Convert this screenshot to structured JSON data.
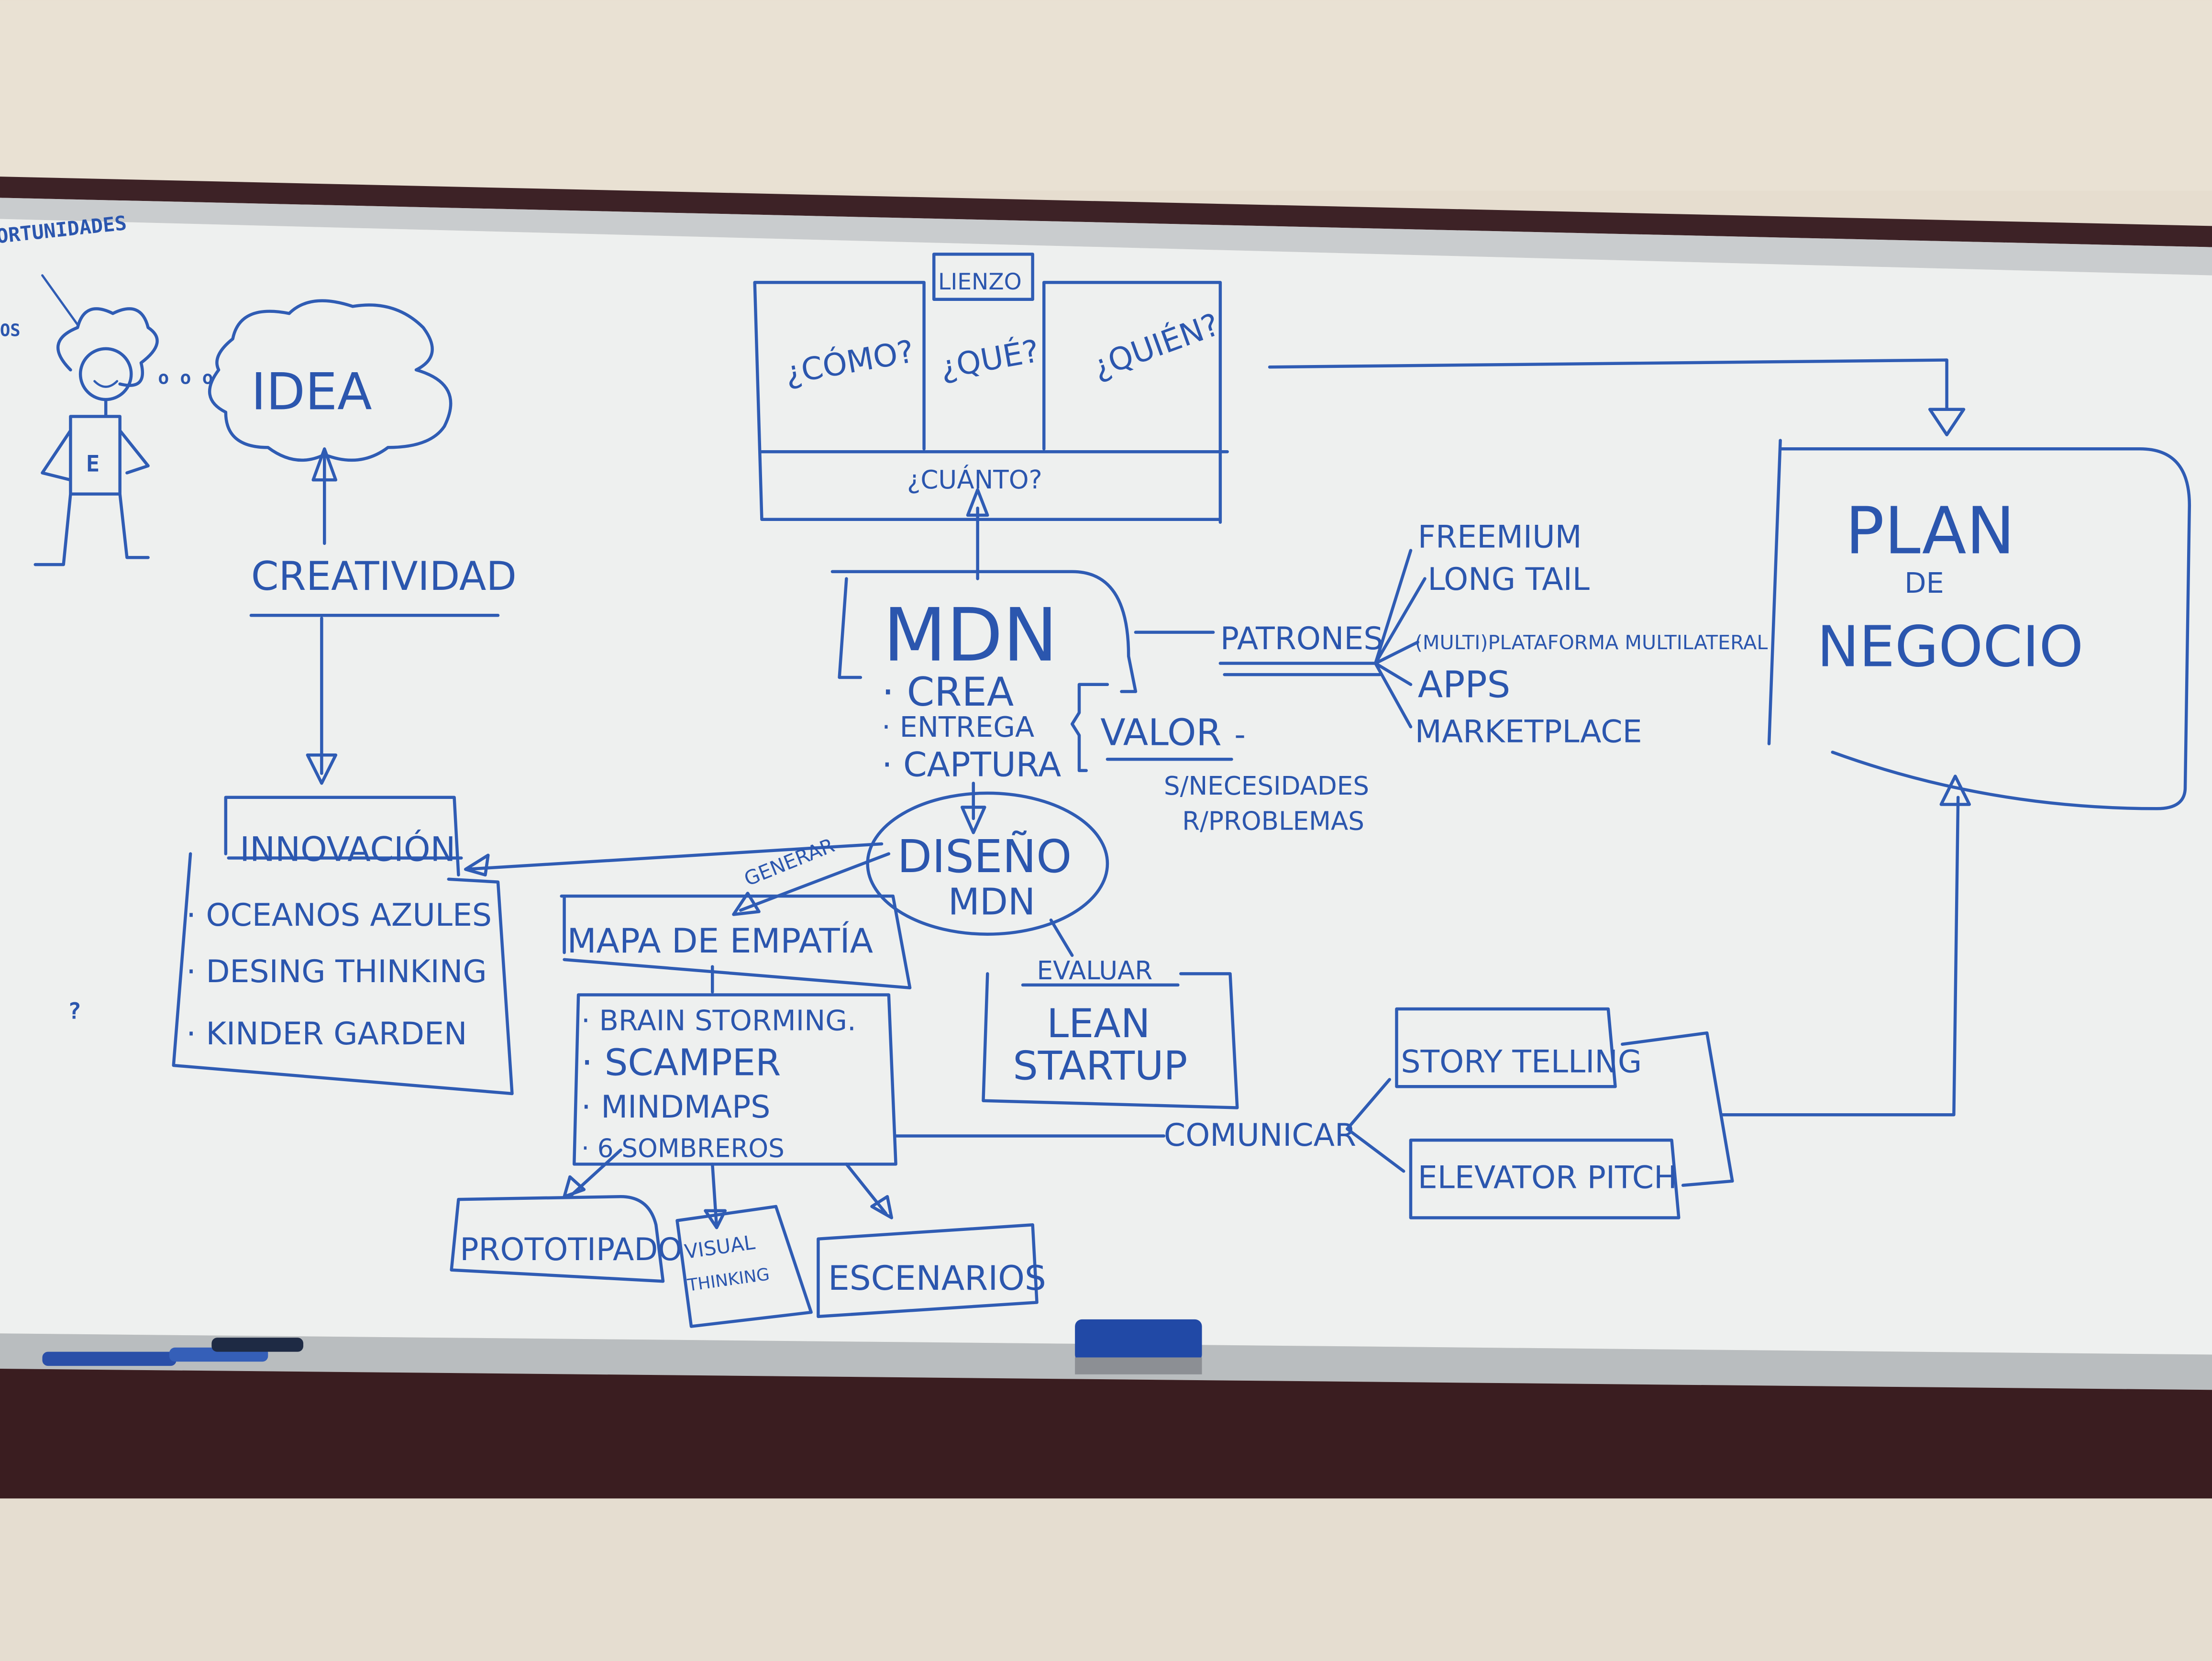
{
  "whiteboard": {
    "ink_color": "#2f5cb4",
    "left": {
      "oportunidades": "ORTUNIDADES",
      "partial_word": "OS",
      "shirt_letter": "E",
      "thought_dots": "o o o",
      "idea": "IDEA",
      "creatividad": "CREATIVIDAD",
      "innovacion": "INNOVACIÓN",
      "innovacion_items": [
        "· OCEANOS AZULES",
        "· DESING THINKING",
        "· KINDER GARDEN"
      ],
      "question_mark": "?"
    },
    "lienzo": {
      "title": "LIENZO",
      "como": "¿CÓMO?",
      "que": "¿QUÉ?",
      "quien": "¿QUIÉN?",
      "cuanto": "¿CUÁNTO?"
    },
    "mdn": {
      "title": "MDN",
      "items": [
        "· CREA",
        "· ENTREGA",
        "· CAPTURA"
      ],
      "valor": "VALOR",
      "valor_detail": [
        "S/NECESIDADES",
        "R/PROBLEMAS"
      ],
      "dash": "-"
    },
    "patrones": {
      "title": "PATRONES",
      "items": [
        "FREEMIUM",
        "LONG TAIL",
        "(MULTI)PLATAFORMA MULTILATERAL",
        "APPS",
        "MARKETPLACE"
      ]
    },
    "plan": {
      "line1": "PLAN",
      "line2": "DE",
      "line3": "NEGOCIO"
    },
    "diseno": {
      "line1": "DISEÑO",
      "line2": "MDN",
      "generar": "GENERAR",
      "evaluar": "EVALUAR"
    },
    "mapa_empatia": "MAPA DE EMPATÍA",
    "tecnicas": [
      "· BRAIN STORMING.",
      "· SCAMPER",
      "· MINDMAPS",
      "· 6 SOMBREROS"
    ],
    "outputs": {
      "prototipado": "PROTOTIPADO",
      "visual": "VISUAL",
      "thinking": "THINKING",
      "escenarios": "ESCENARIOS"
    },
    "lean": {
      "line1": "LEAN",
      "line2": "STARTUP"
    },
    "comunicar": "COMUNICAR",
    "story_telling": "STORY TELLING",
    "elevator_pitch": "ELEVATOR PITCH"
  }
}
